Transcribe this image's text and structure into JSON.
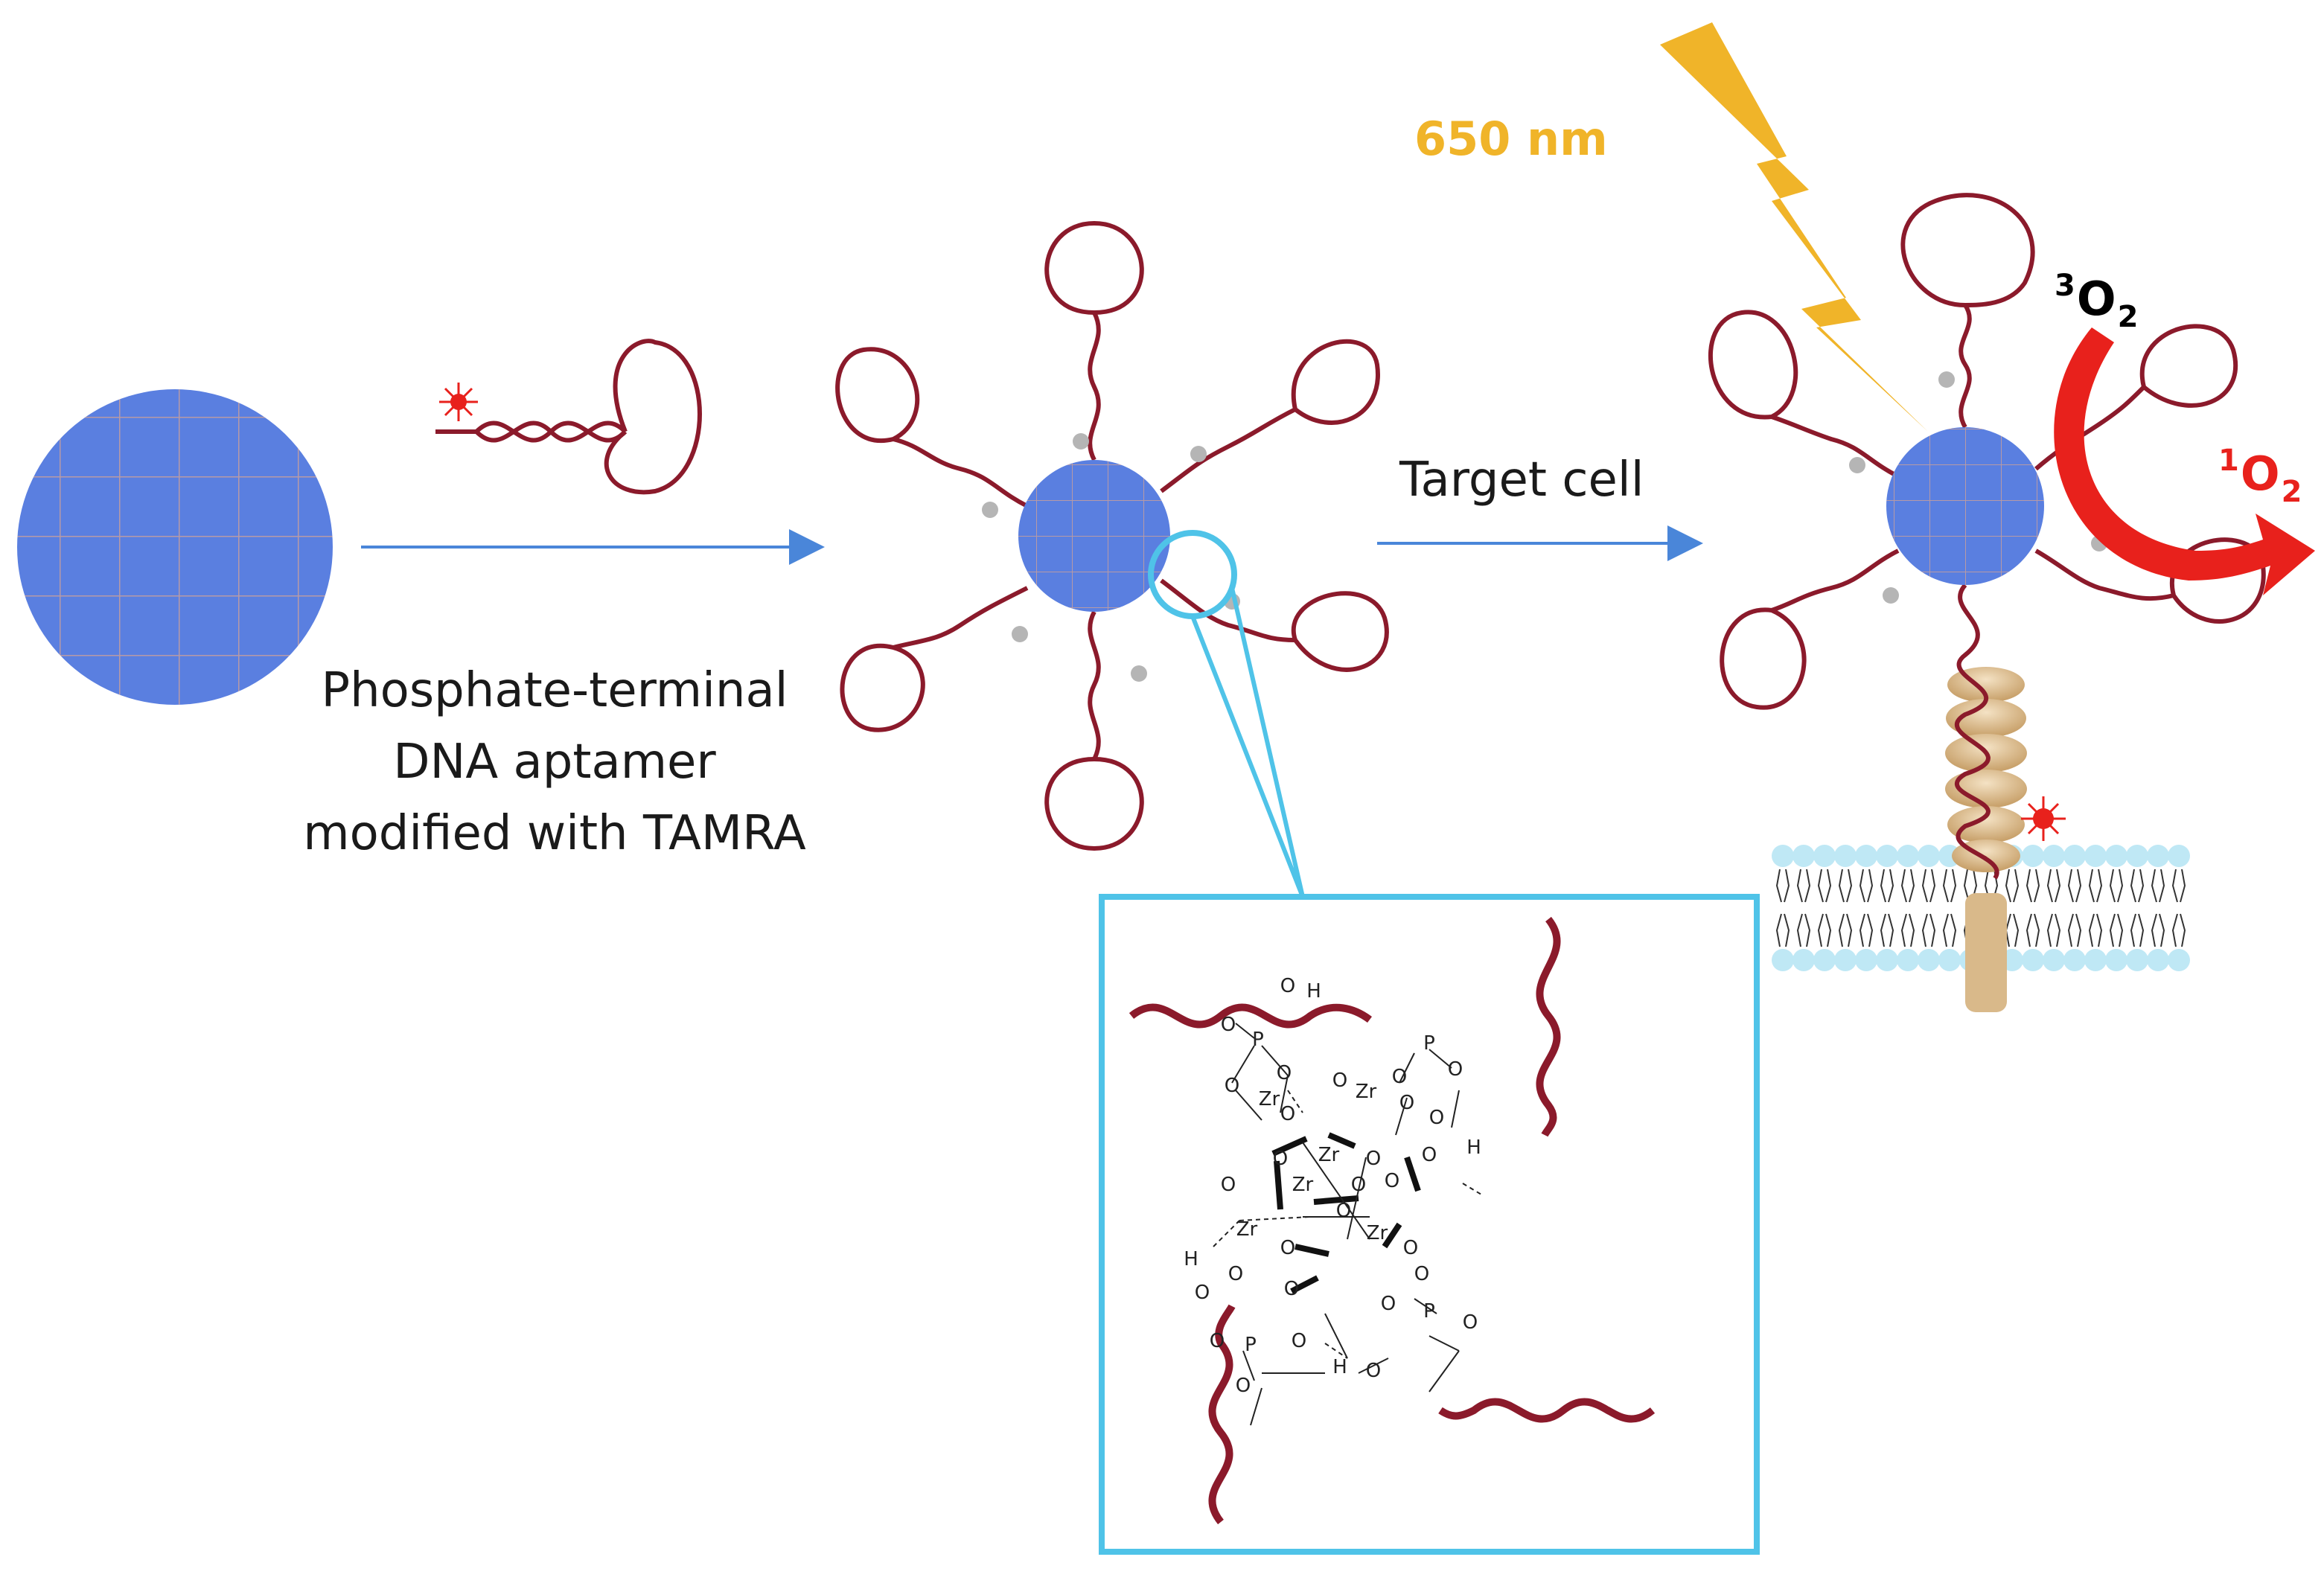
{
  "labels": {
    "phosphate_line1": "Phosphate-terminal",
    "phosphate_line2": "DNA aptamer",
    "phosphate_line3": "modified with TAMRA",
    "target_cell": "Target cell",
    "wavelength": "650 nm",
    "triplet_oxygen": {
      "sup": "3",
      "base": "O",
      "sub": "2"
    },
    "singlet_oxygen": {
      "sup": "1",
      "base": "O",
      "sub": "2"
    }
  },
  "colors": {
    "mof_particle": "#5a7fe0",
    "mof_grid": "#b79aa6",
    "dna_strand": "#8b1a2b",
    "arrow": "#4a86d9",
    "zoom_box": "#4fc3e8",
    "lightning": "#f0b429",
    "singlet_arrow": "#e8211c",
    "membrane_head": "#bfe8f5",
    "receptor": "#d9b98a",
    "tamra_dye": "#e8211c"
  },
  "chemistry": {
    "atoms": {
      "zr": "Zr",
      "o": "O",
      "p": "P",
      "h": "H"
    }
  }
}
